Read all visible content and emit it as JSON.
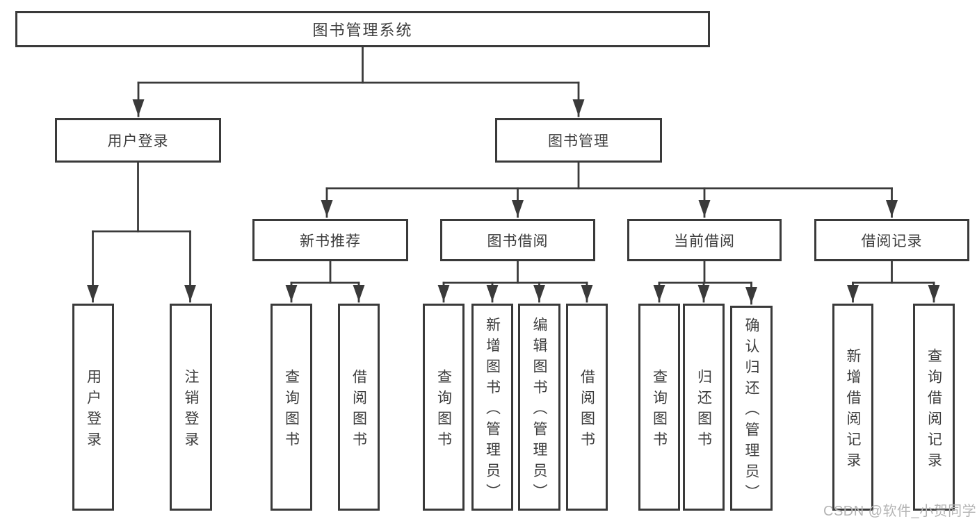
{
  "diagram_type": "hierarchy-tree",
  "watermark": "CSDN @软件_小贺同学",
  "colors": {
    "background": "#ffffff",
    "line": "#3a3a3a",
    "box_border": "#3a3a3a",
    "text": "#3d3d3d",
    "watermark": "#b4b4b4"
  },
  "tree": {
    "label": "图书管理系统",
    "children": [
      {
        "label": "用户登录",
        "children": [
          {
            "label": "用户登录"
          },
          {
            "label": "注销登录"
          }
        ]
      },
      {
        "label": "图书管理",
        "children": [
          {
            "label": "新书推荐",
            "children": [
              {
                "label": "查询图书"
              },
              {
                "label": "借阅图书"
              }
            ]
          },
          {
            "label": "图书借阅",
            "children": [
              {
                "label": "查询图书"
              },
              {
                "label": "新增图书（管理员）"
              },
              {
                "label": "编辑图书（管理员）"
              },
              {
                "label": "借阅图书"
              }
            ]
          },
          {
            "label": "当前借阅",
            "children": [
              {
                "label": "查询图书"
              },
              {
                "label": "归还图书"
              },
              {
                "label": "确认归还（管理员）"
              }
            ]
          },
          {
            "label": "借阅记录",
            "children": [
              {
                "label": "新增借阅记录"
              },
              {
                "label": "查询借阅记录"
              }
            ]
          }
        ]
      }
    ]
  }
}
